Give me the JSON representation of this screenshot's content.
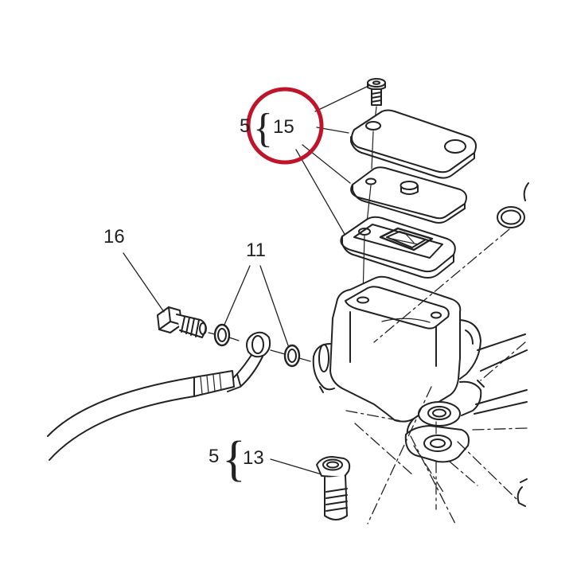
{
  "callouts": {
    "c15_group": "5",
    "c15": "15",
    "c16": "16",
    "c11": "11",
    "c13_group": "5",
    "c13": "13"
  },
  "colors": {
    "line": "#222222",
    "highlight_circle": "#c0142b"
  }
}
